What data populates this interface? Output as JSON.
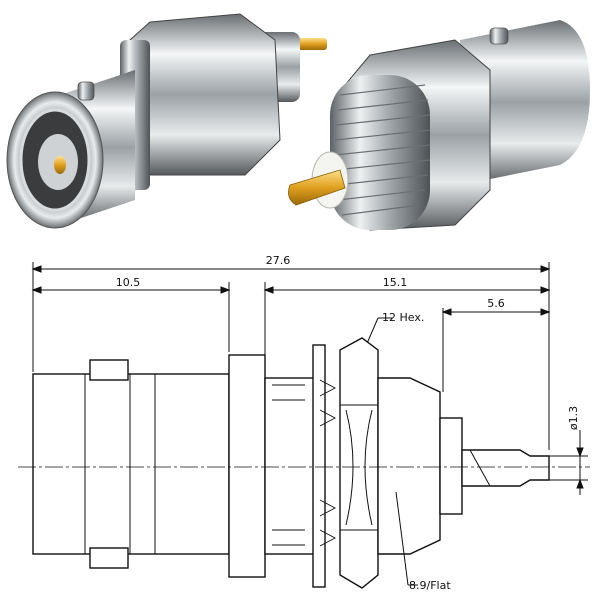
{
  "diagram": {
    "dimensions": {
      "overall_length": "27.6",
      "body_length": "10.5",
      "rear_length": "15.1",
      "pin_length": "5.6",
      "pin_diameter": "ø1.3"
    },
    "callouts": {
      "hex_nut": "12 Hex.",
      "flat": "8.9/Flat"
    }
  },
  "colors": {
    "metal_dark": "#5f6468",
    "metal_light": "#f1f3f4",
    "gold": "#e0a020",
    "insulator": "#f4f4f0",
    "line": "#111111"
  }
}
